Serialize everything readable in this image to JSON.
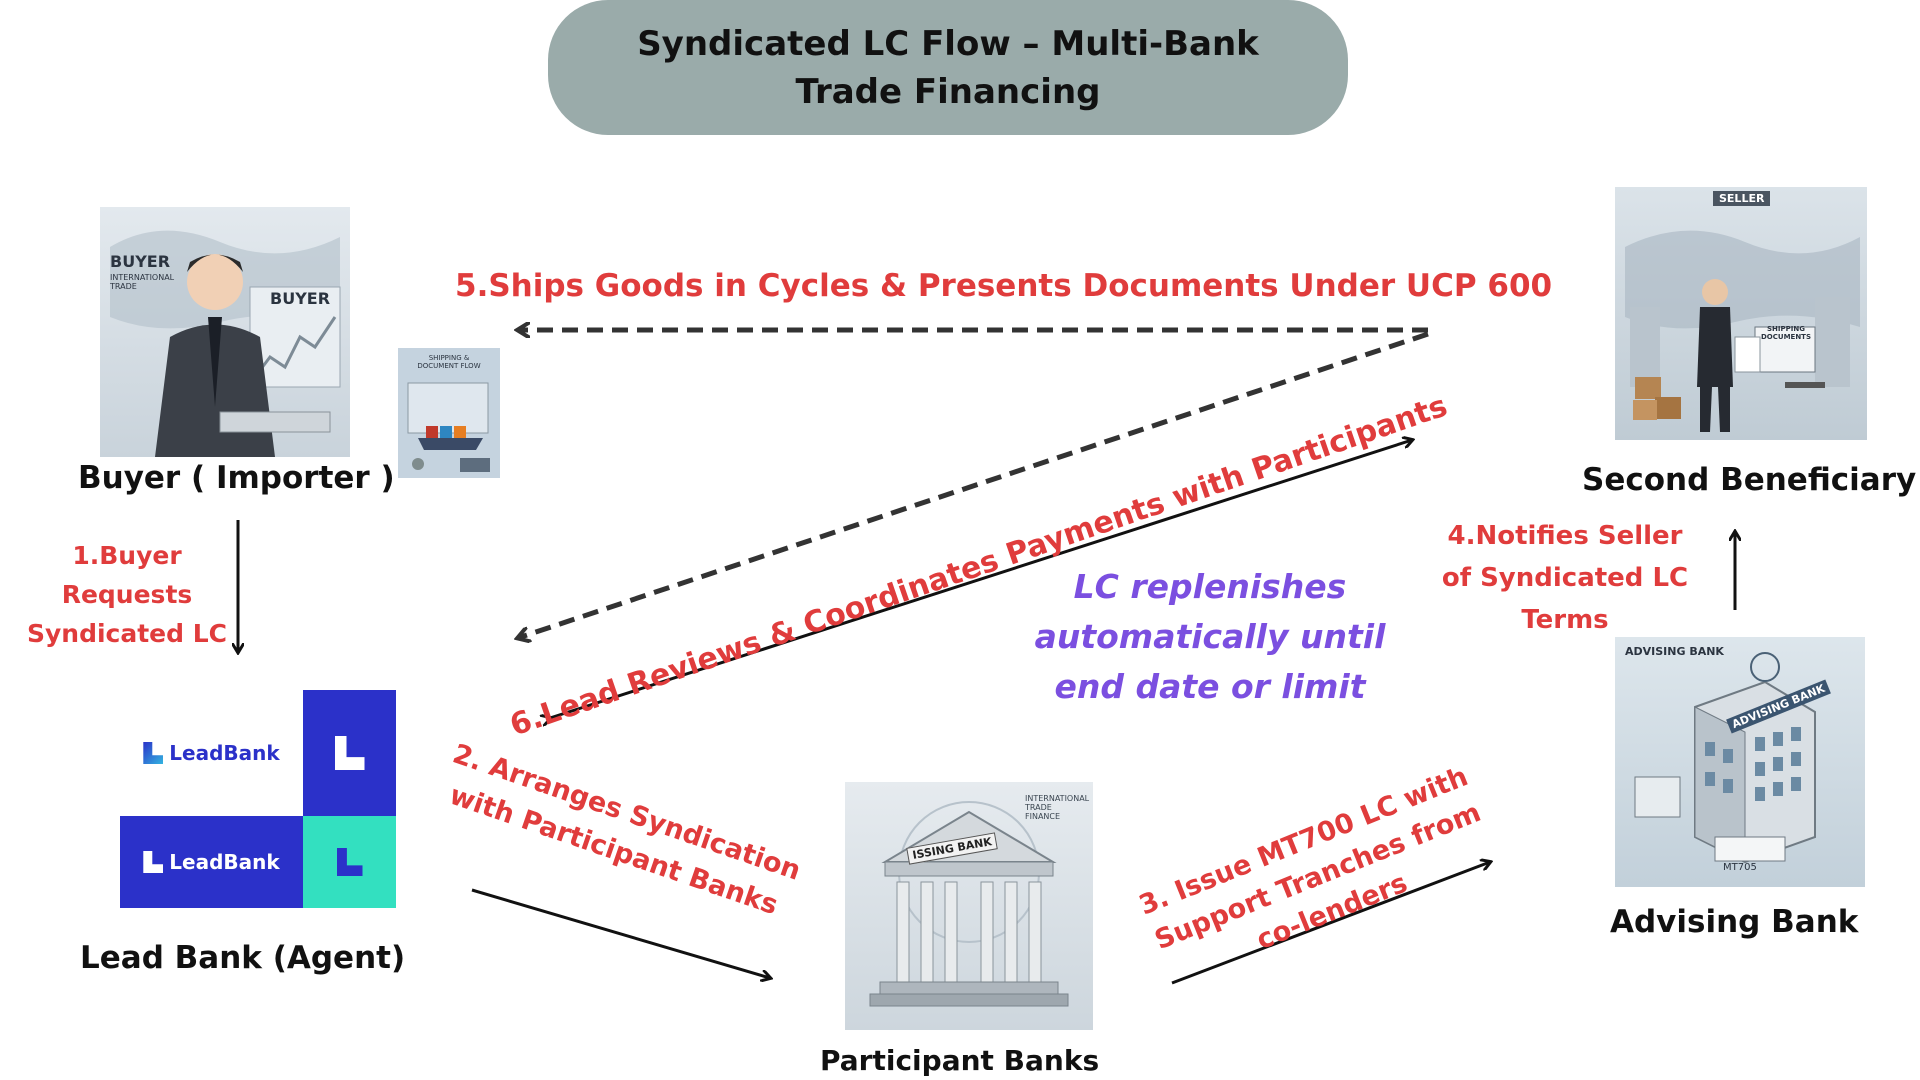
{
  "title": "Syndicated LC Flow – Multi-Bank Trade Financing",
  "nodes": {
    "buyer": {
      "label": "Buyer ( Importer )",
      "image_texts": [
        "BUYER",
        "INTERNATIONAL TRADE",
        "BUYER"
      ]
    },
    "seller": {
      "label": "Second Beneficiary",
      "image_texts": [
        "SELLER",
        "SHIPPING DOCUMENTS"
      ]
    },
    "lead_bank": {
      "label": "Lead Bank (Agent)",
      "logo_text": "LeadBank"
    },
    "participant_banks": {
      "label": "Participant Banks",
      "image_texts": [
        "ISSING BANK",
        "INTERNATIONAL TRADE FINANCE"
      ]
    },
    "advising_bank": {
      "label": "Advising Bank",
      "image_texts": [
        "ADVISING BANK",
        "ADVISING BANK",
        "MT705"
      ]
    },
    "shipping_thumb": {
      "image_texts": [
        "SHIPPING & DOCUMENT FLOW"
      ]
    }
  },
  "steps": {
    "s1": "1.Buyer Requests Syndicated LC",
    "s2": "2. Arranges Syndication with Participant Banks",
    "s3": "3. Issue MT700 LC with Support Tranches from co-lenders",
    "s4": "4.Notifies Seller of Syndicated LC Terms",
    "s5": "5.Ships Goods in Cycles & Presents Documents Under UCP 600",
    "s6": "6.Lead Reviews & Coordinates Payments with Participants"
  },
  "note": "LC replenishes automatically until end date or limit",
  "colors": {
    "title_bg": "#9aabaa",
    "step_text": "#e03c3c",
    "note_text": "#7b4fe0",
    "leadbank_blue": "#2b31c9",
    "leadbank_teal": "#33e0c0"
  }
}
